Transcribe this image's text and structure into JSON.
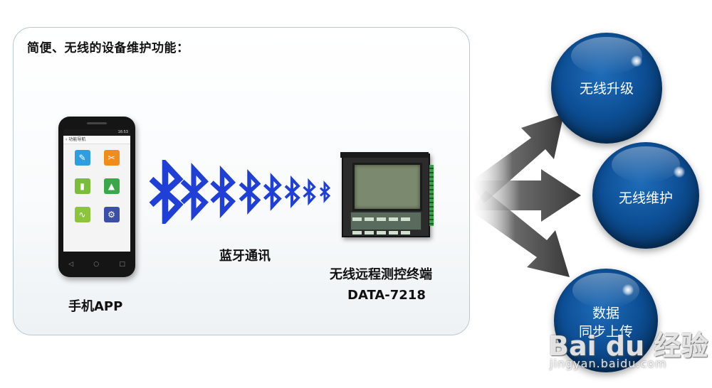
{
  "title": "简便、无线的设备维护功能：",
  "phone": {
    "label": "手机APP",
    "status_time": "16:53",
    "nav_title": "功能导航",
    "apps": [
      {
        "icon": "✎",
        "color": "#2e9ee0"
      },
      {
        "icon": "✂",
        "color": "#f08c1a"
      },
      {
        "icon": "▮",
        "color": "#7cbc3c"
      },
      {
        "icon": "▲",
        "color": "#3aa84a"
      },
      {
        "icon": "∿",
        "color": "#8cc43c"
      },
      {
        "icon": "⚙",
        "color": "#3b4fa8"
      }
    ]
  },
  "bluetooth": {
    "label": "蓝牙通讯",
    "color": "#1f3fd6"
  },
  "device": {
    "name": "无线远程测控终端",
    "model": "DATA-7218"
  },
  "circles": [
    {
      "label": "无线升级"
    },
    {
      "label": "无线维护"
    },
    {
      "label": "数据",
      "label2": "同步上传"
    }
  ],
  "watermark": {
    "brand": "Bai du 经验",
    "url": "jingyan.baidu.com"
  }
}
